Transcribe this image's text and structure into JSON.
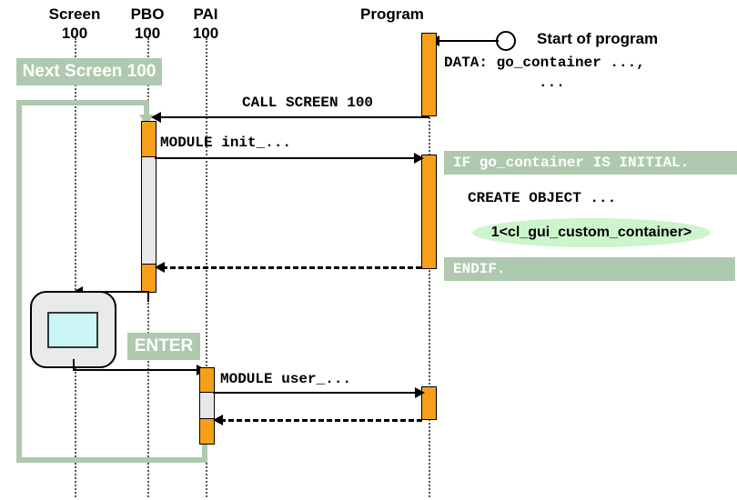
{
  "diagram": {
    "title": "SAP Screen / PBO / PAI sequence diagram",
    "colors": {
      "activation": "#F6A01A",
      "activation_idle": "#E8E8E8",
      "banner_green": "#AEC9AE",
      "ellipse_green": "#CCF5CC",
      "screen_body": "#EAEAEA",
      "screen_inner": "#CCF5F5"
    },
    "lifelines": [
      {
        "name": "screen",
        "label": "Screen\n100"
      },
      {
        "name": "pbo",
        "label": "PBO\n100"
      },
      {
        "name": "pai",
        "label": "PAI\n100"
      },
      {
        "name": "program",
        "label": "Program"
      }
    ],
    "messages": {
      "call_screen": "CALL SCREEN 100",
      "module_init": "MODULE init_...",
      "module_user": "MODULE user_..."
    },
    "annotations": {
      "start_of_program": "Start of program",
      "data_decl_line1": "DATA: go_container ...,",
      "data_decl_line2": "...",
      "next_screen": "Next Screen 100",
      "enter": "ENTER",
      "if_statement": "IF go_container IS INITIAL.",
      "create_object": "CREATE OBJECT ...",
      "create_object_target": "1<cl_gui_custom_container>",
      "endif": "ENDIF."
    }
  }
}
